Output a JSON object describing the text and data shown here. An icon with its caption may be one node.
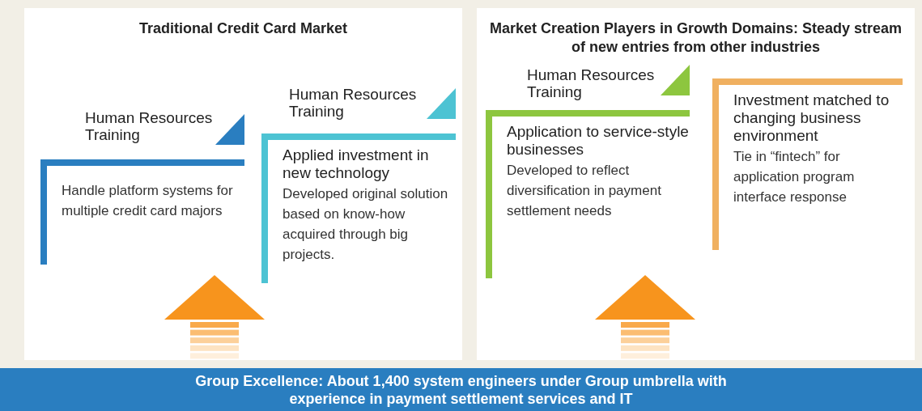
{
  "diagram": {
    "nodes": [
      {
        "text": [
          "Traditional Credit Card Market"
        ]
      },
      {
        "text": [
          "Human Resources Training",
          "Handle platform systems for multiple credit card majors"
        ],
        "in": 0
      },
      {
        "text": [
          "Human Resources Training",
          "Applied investment in new technology",
          "Developed original solution based on know-how acquired through big projects."
        ],
        "in": 0
      },
      {
        "text": [
          "Market Creation Players in Growth Domains: Steady stream of new entries from other industries"
        ]
      },
      {
        "text": [
          "Human Resources Training",
          "Application to service-style businesses",
          "Developed to reflect diversification in payment settlement needs"
        ],
        "in": 3
      },
      {
        "text": [
          "Investment matched to changing business environment",
          "Tie in “fintech” for application program interface response"
        ],
        "in": 3
      },
      {
        "text": [
          "Group Excellence: About 1,400 system engineers under Group umbrella with experience in payment settlement services and IT"
        ]
      }
    ]
  }
}
